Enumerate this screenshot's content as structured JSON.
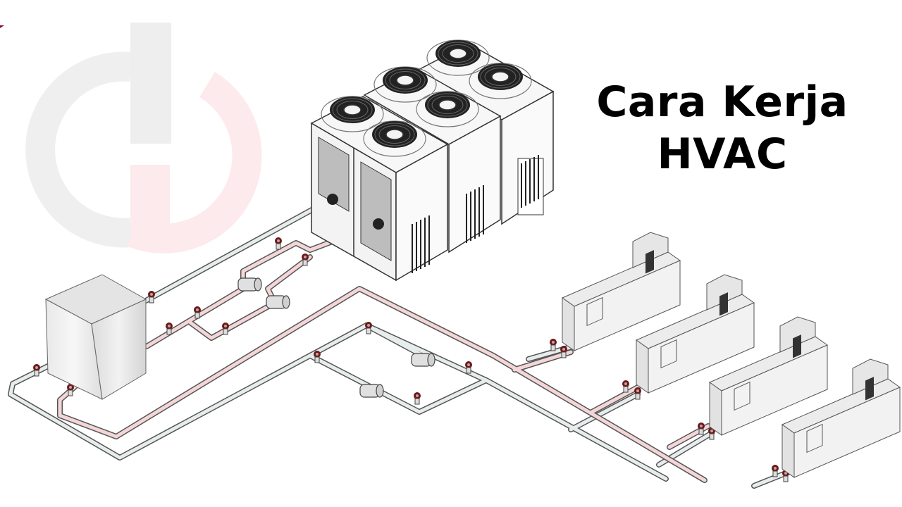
{
  "title": {
    "line1": "Cara Kerja",
    "line2": "HVAC"
  },
  "watermark": {
    "icon": "power-logo-watermark",
    "colors": {
      "gray": "#eeeeee",
      "red": "#fde8ea"
    }
  },
  "diagram": {
    "chillers": {
      "count": 3,
      "fans_per_unit": 2,
      "icon": "chiller-unit"
    },
    "air_handling_units": {
      "count": 4,
      "icon": "ahu-unit"
    },
    "tank": {
      "icon": "expansion-tank"
    },
    "pumps": {
      "count": 4,
      "icon": "pump"
    },
    "pipes": {
      "supply_color": "#f3d4d6",
      "return_color": "#e6ecee",
      "outline_color": "#555555"
    },
    "valve_color": "#6b1a1a"
  }
}
